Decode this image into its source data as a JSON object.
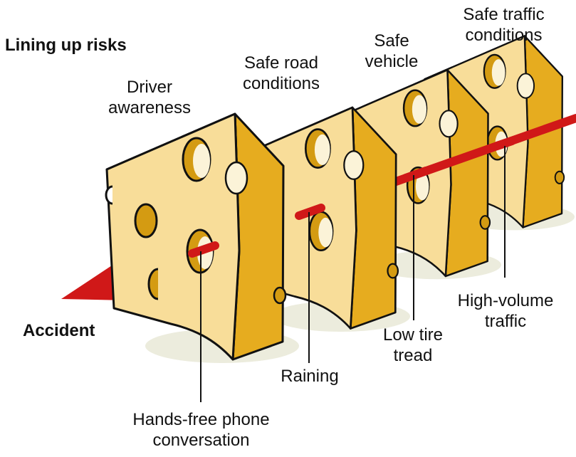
{
  "title": "Lining up risks",
  "slices": [
    {
      "label": "Safe traffic\nconditions"
    },
    {
      "label": "Safe\nvehicle"
    },
    {
      "label": "Safe road\nconditions"
    },
    {
      "label": "Driver\nawareness"
    }
  ],
  "hazards": [
    {
      "label": "High-volume\ntraffic"
    },
    {
      "label": "Low tire\ntread"
    },
    {
      "label": "Raining"
    },
    {
      "label": "Hands-free phone\nconversation"
    }
  ],
  "arrow_label": "Accident",
  "colors": {
    "cheese_face": "#f8dd99",
    "cheese_side": "#e6ac1f",
    "cheese_hole": "#d49b12",
    "cheese_outline": "#111111",
    "shadow": "#ececdd",
    "arrow": "#d01818"
  }
}
